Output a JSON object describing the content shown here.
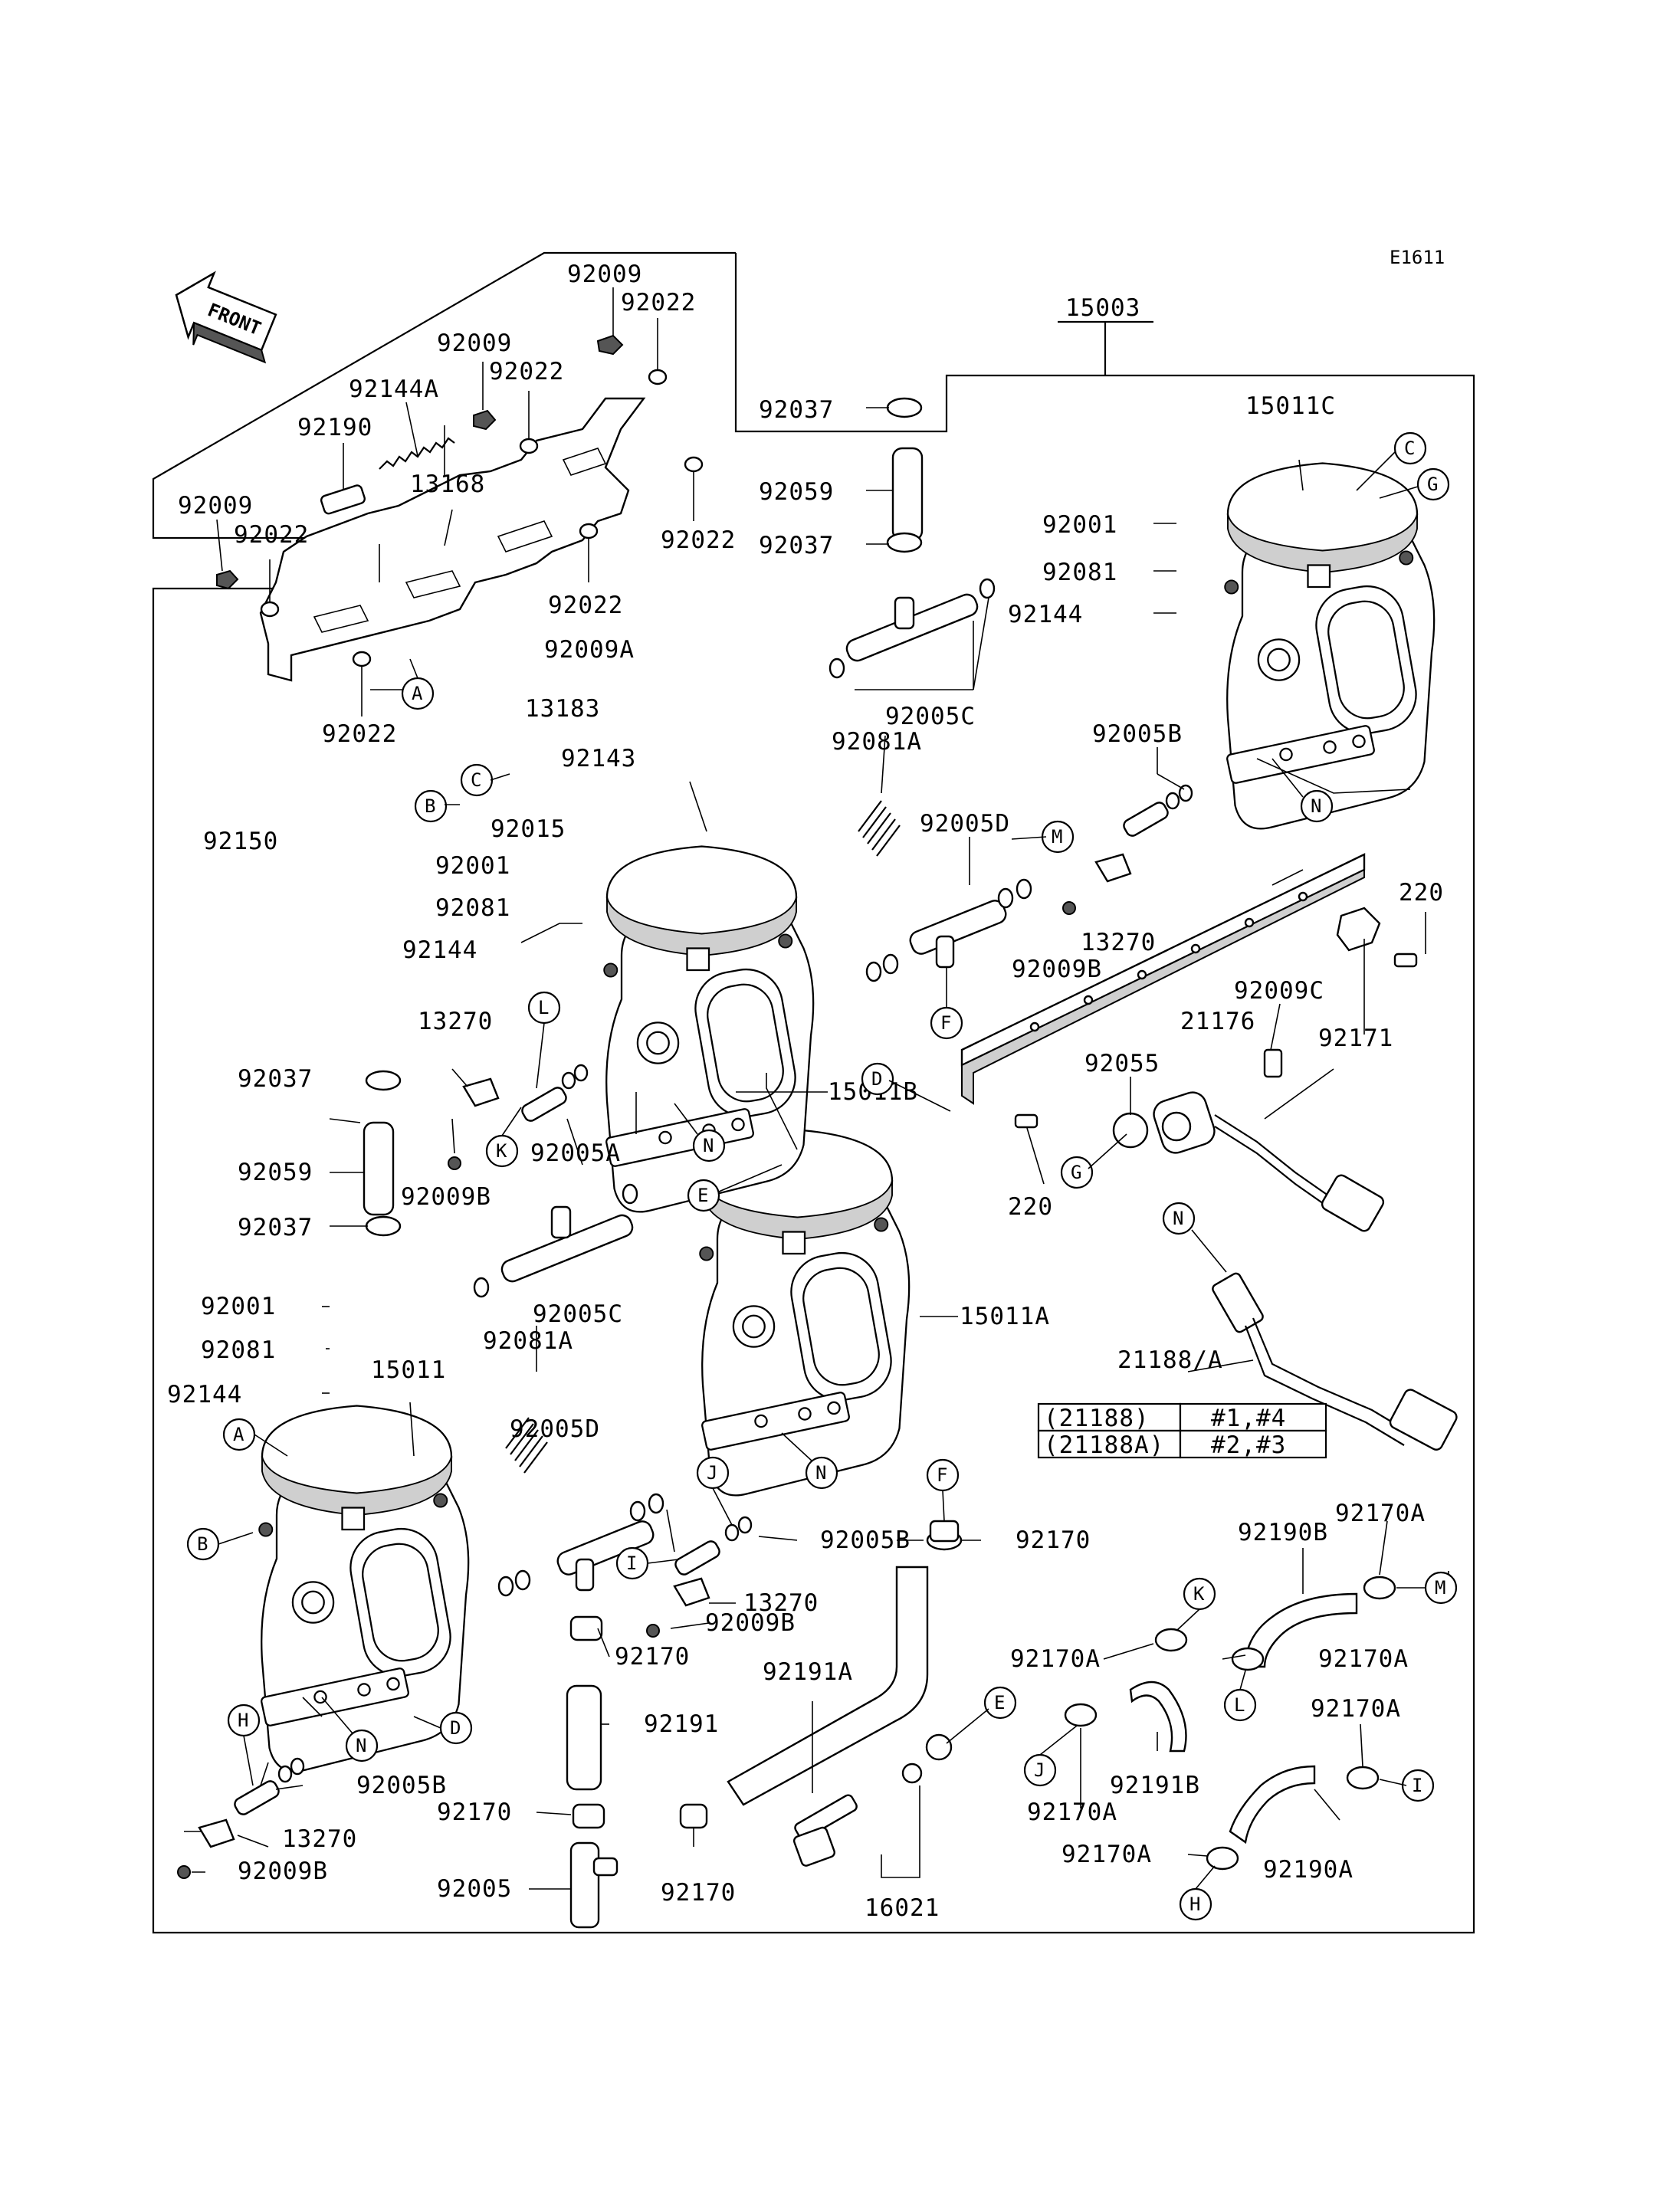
{
  "diagram_code": "E1611",
  "front_label": "FRONT",
  "part_numbers": {
    "assembly": "15003",
    "carb_1": "15011",
    "carb_2": "15011A",
    "carb_3": "15011B",
    "carb_4": "15011C",
    "bracket": "13168",
    "spring_bracket": "92144A",
    "collar": "92190",
    "bolt_92009": "92009",
    "washer_92022": "92022",
    "bolt_92009A": "92009A",
    "plate_13183": "13183",
    "pin_92143": "92143",
    "nut_92015": "92015",
    "shaft_92150": "92150",
    "screw_92001": "92001",
    "spring_92081": "92081",
    "spring_92144": "92144",
    "clip_92037": "92037",
    "tube_92059": "92059",
    "oring_92005C": "92005C",
    "oring_92005D": "92005D",
    "oring_92005B": "92005B",
    "oring_92005A": "92005A",
    "spring_92081A": "92081A",
    "plate_13270": "13270",
    "bolt_92009B": "92009B",
    "bolt_92009C": "92009C",
    "screw_220": "220",
    "holder_92171": "92171",
    "sensor_21176": "21176",
    "oring_92055": "92055",
    "harness": "21188/A",
    "clamp_92170": "92170",
    "clamp_92170A": "92170A",
    "hose_92191": "92191",
    "hose_92191A": "92191A",
    "hose_92191B": "92191B",
    "hose_92190A": "92190A",
    "hose_92190B": "92190B",
    "fitting_92005": "92005",
    "screw_16021": "16021"
  },
  "table": {
    "rows": [
      {
        "code": "(21188)",
        "cyl": "#1,#4"
      },
      {
        "code": "(21188A)",
        "cyl": "#2,#3"
      }
    ]
  },
  "refs": {
    "A": "A",
    "B": "B",
    "C": "C",
    "D": "D",
    "E": "E",
    "F": "F",
    "G": "G",
    "H": "H",
    "I": "I",
    "J": "J",
    "K": "K",
    "L": "L",
    "M": "M",
    "N": "N"
  }
}
